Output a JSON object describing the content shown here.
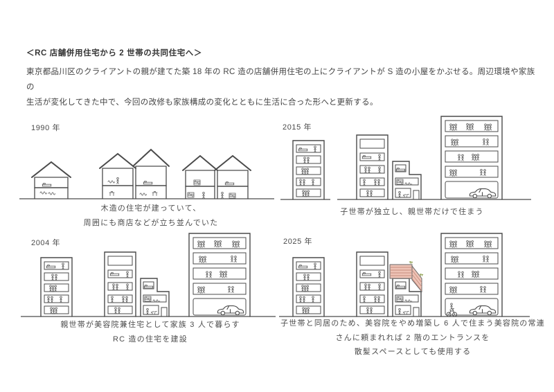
{
  "page": {
    "title": "＜RC 店舗併用住宅から 2 世帯の共同住宅へ＞"
  },
  "intro": {
    "lines": [
      "東京都品川区のクライアントの親が建てた築 18 年の RC 造の店舗併用住宅の上にクライアントが S 造の小屋をかぶせる。周辺環境や家族の",
      "生活が変化してきた中で、今回の改修も家族構成の変化とともに生活に合った形へと更新する。"
    ]
  },
  "panels": [
    {
      "year": "1990 年",
      "caption_lines": [
        "木造の住宅が建っていて、",
        "周囲にも商店などが立ち並んでいた"
      ]
    },
    {
      "year": "2015 年",
      "caption_lines": [
        "子世帯が独立し、親世帯だけで住まう"
      ]
    },
    {
      "year": "2004 年",
      "caption_lines": [
        "親世帯が美容院兼住宅として家族 3 人で暮らす",
        "RC 造の住宅を建設"
      ]
    },
    {
      "year": "2025 年",
      "caption_lines": [
        "子世帯と同居のため、美容院をやめ増築し 6 人で住まう美容院の常連",
        "さんに頼まれれば 2 階のエントランスを",
        "散髪スペースとしても使用する"
      ]
    }
  ],
  "colors": {
    "ink": "#4a4a4a",
    "detail_ink": "#5a5a5a",
    "addition_fill": "#eec3b6",
    "addition_hatch": "#c68c7e",
    "plant_green": "#8fa050"
  }
}
